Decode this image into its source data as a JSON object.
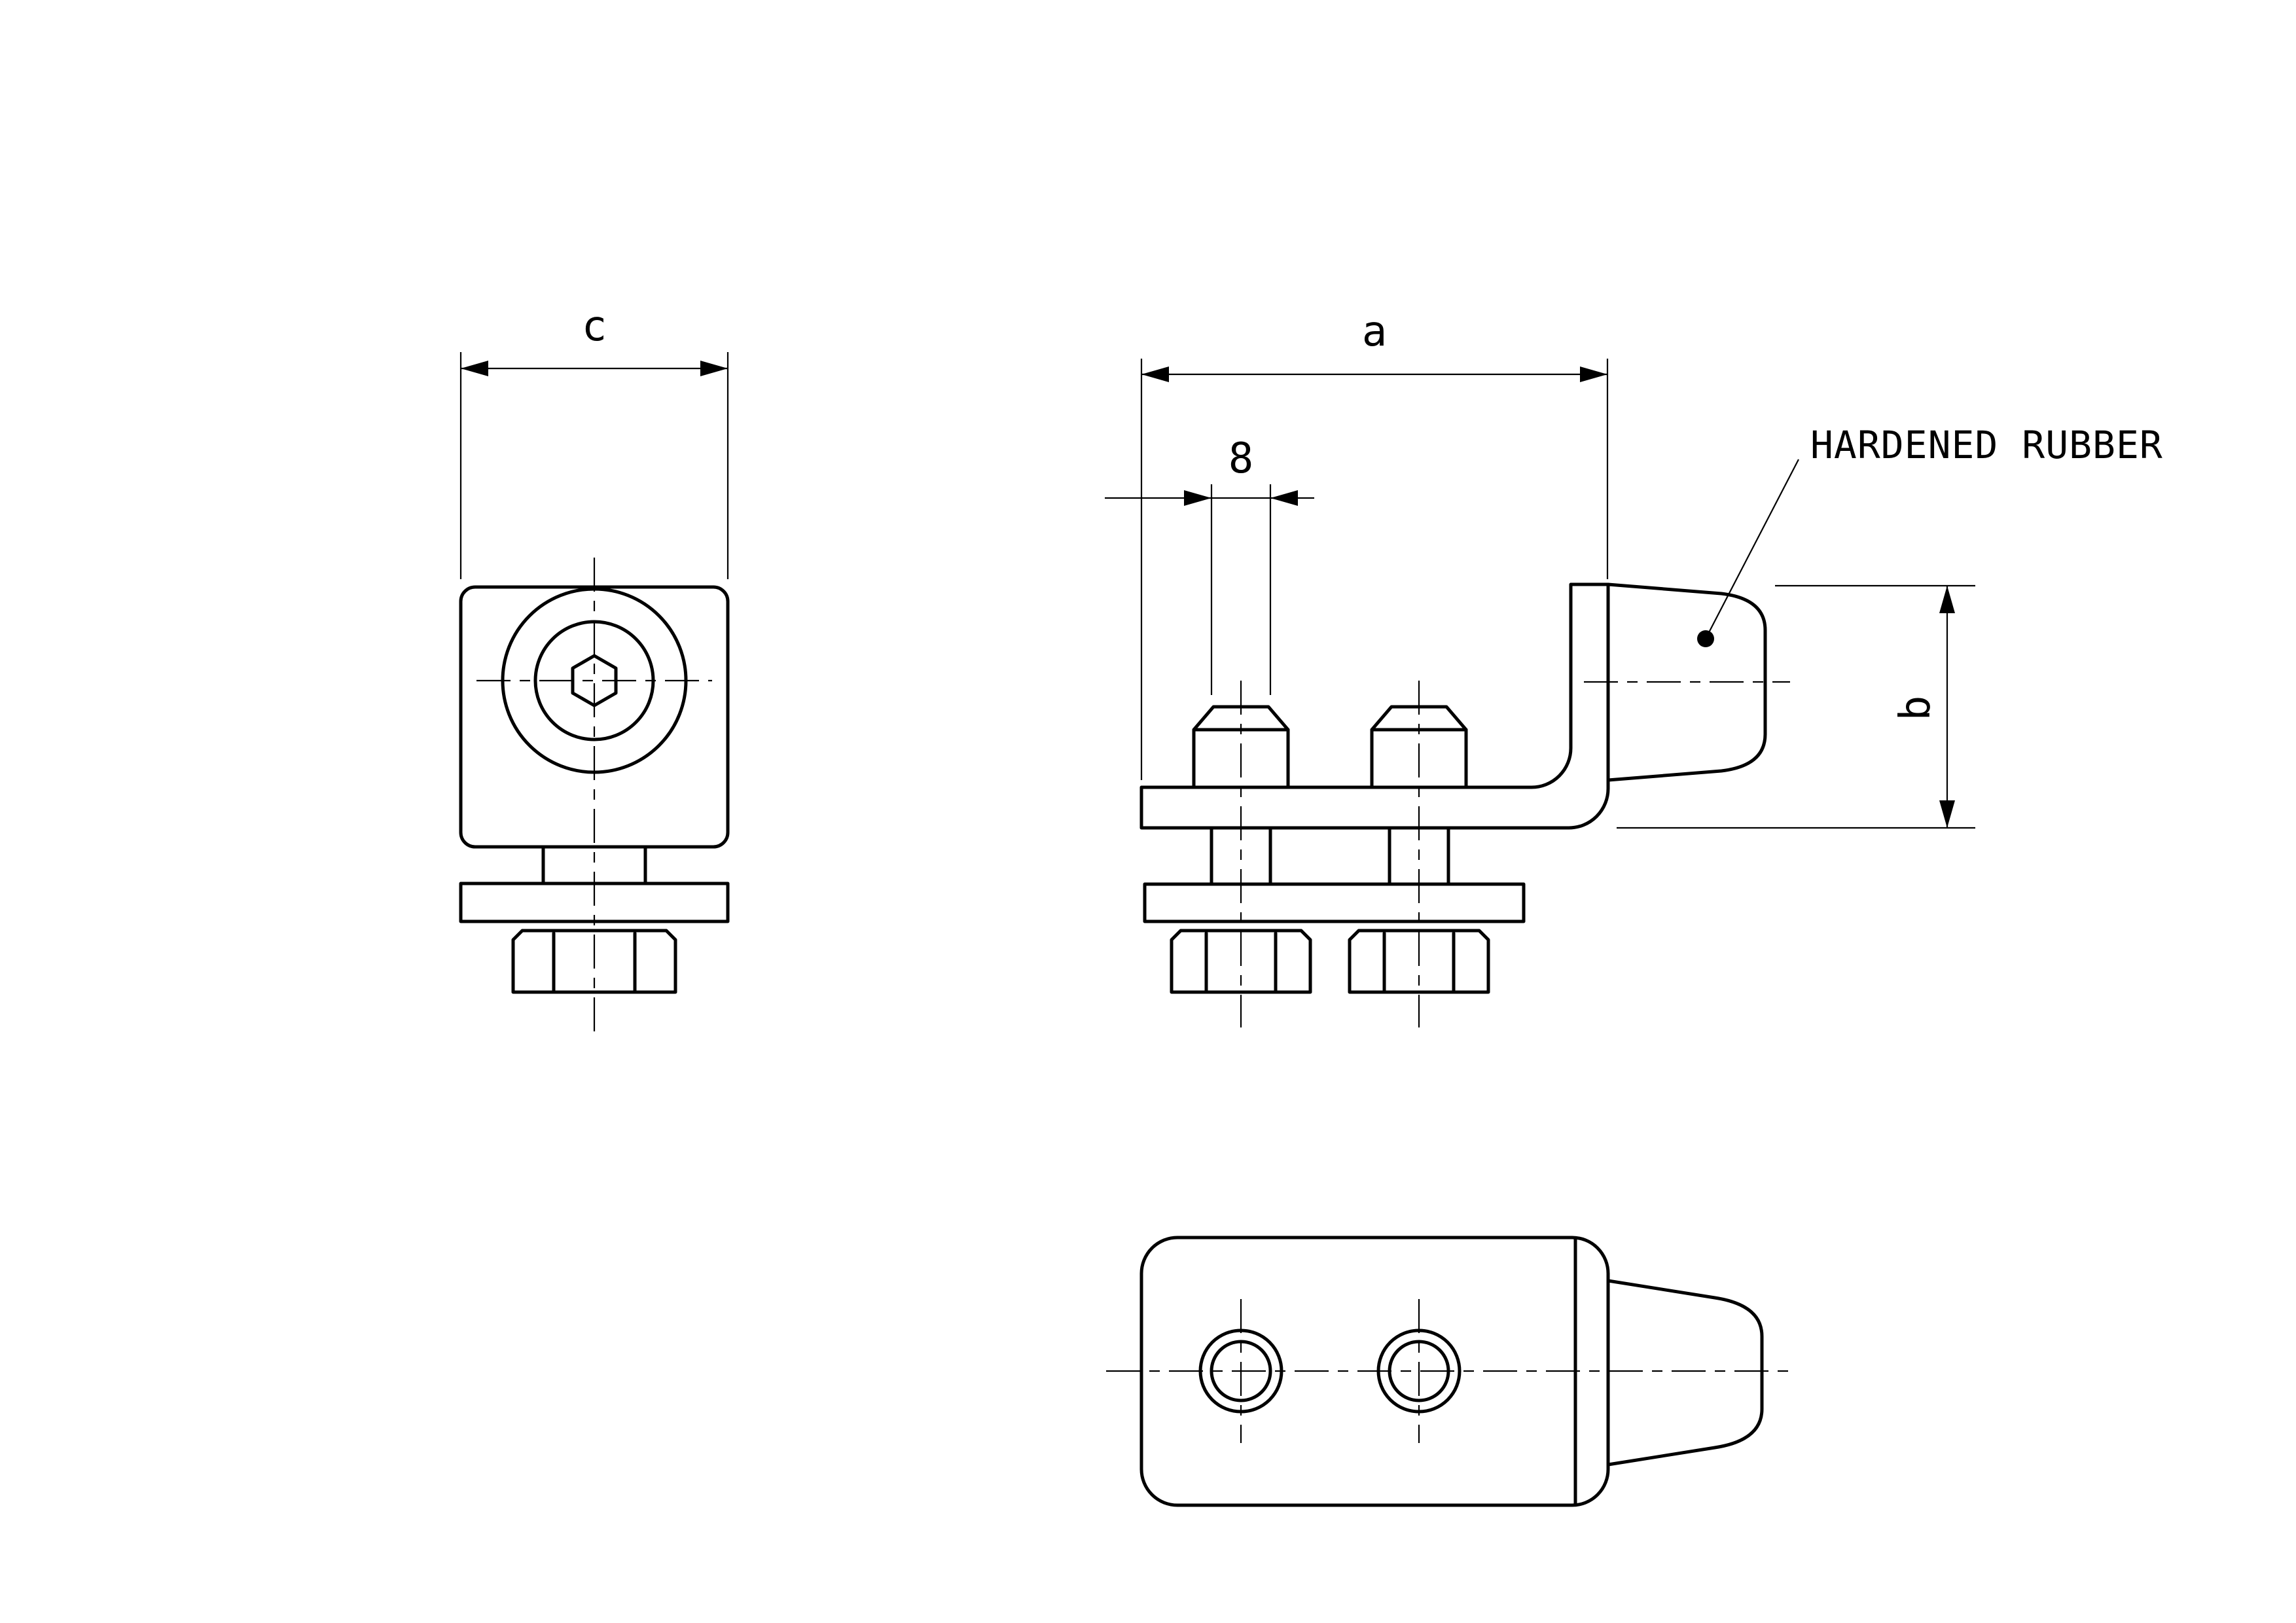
{
  "drawing": {
    "background_color": "#ffffff",
    "line_color": "#000000",
    "views": {
      "front": {
        "dimension_width_label": "c"
      },
      "side": {
        "dimension_width_label": "a",
        "dimension_hole_label": "8",
        "dimension_height_label": "b",
        "callout_rubber": "HARDENED RUBBER"
      }
    }
  }
}
